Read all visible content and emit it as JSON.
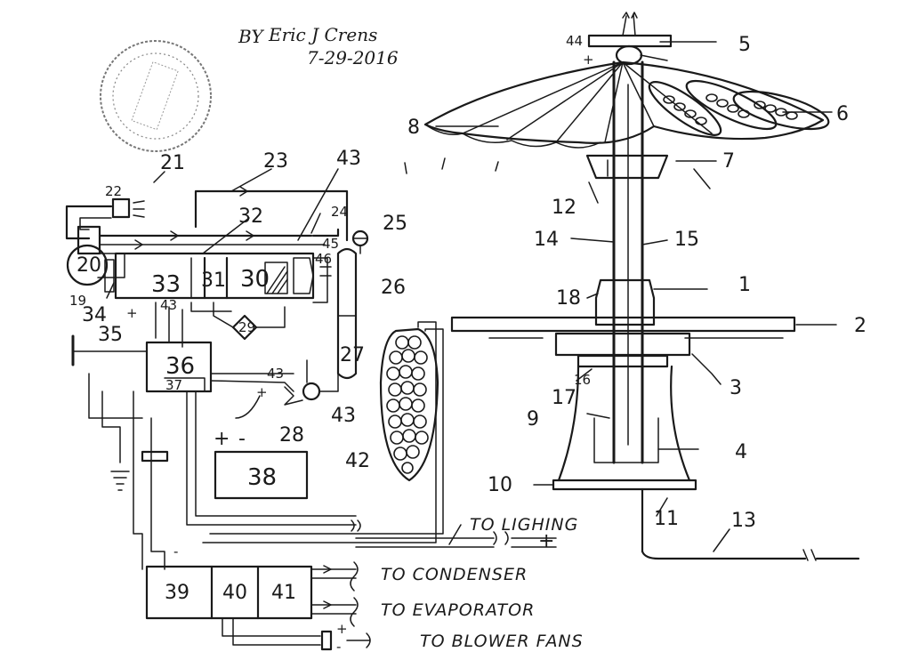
{
  "signature": {
    "by": "BY",
    "name": "Eric J Crens",
    "date": "7-29-2016"
  },
  "stamp_text": "",
  "refs": {
    "r1": "1",
    "r2": "2",
    "r3": "3",
    "r4": "4",
    "r5": "5",
    "r6": "6",
    "r7": "7",
    "r8": "8",
    "r9": "9",
    "r10": "10",
    "r11": "11",
    "r12": "12",
    "r13": "13",
    "r14": "14",
    "r15": "15",
    "r16": "16",
    "r17": "17",
    "r18": "18",
    "r19": "19",
    "r20": "20",
    "r21": "21",
    "r22": "22",
    "r23": "23",
    "r24": "24",
    "r25": "25",
    "r26": "26",
    "r27": "27",
    "r28": "28",
    "r29": "29",
    "r30": "30",
    "r31": "31",
    "r32": "32",
    "r33": "33",
    "r34": "34",
    "r35": "35",
    "r36": "36",
    "r37": "37",
    "r38": "38",
    "r39": "39",
    "r40": "40",
    "r41": "41",
    "r42": "42",
    "r43": "43",
    "r43b": "43",
    "r43c": "43",
    "r43d": "43",
    "r44": "44",
    "r45": "45",
    "r46": "46"
  },
  "labels": {
    "to_lighting": "TO LIGHING",
    "to_condenser": "TO CONDENSER",
    "to_evaporator": "TO EVAPORATOR",
    "to_blower_fans": "TO BLOWER FANS"
  },
  "polarity": {
    "plus": "+",
    "minus": "-"
  }
}
